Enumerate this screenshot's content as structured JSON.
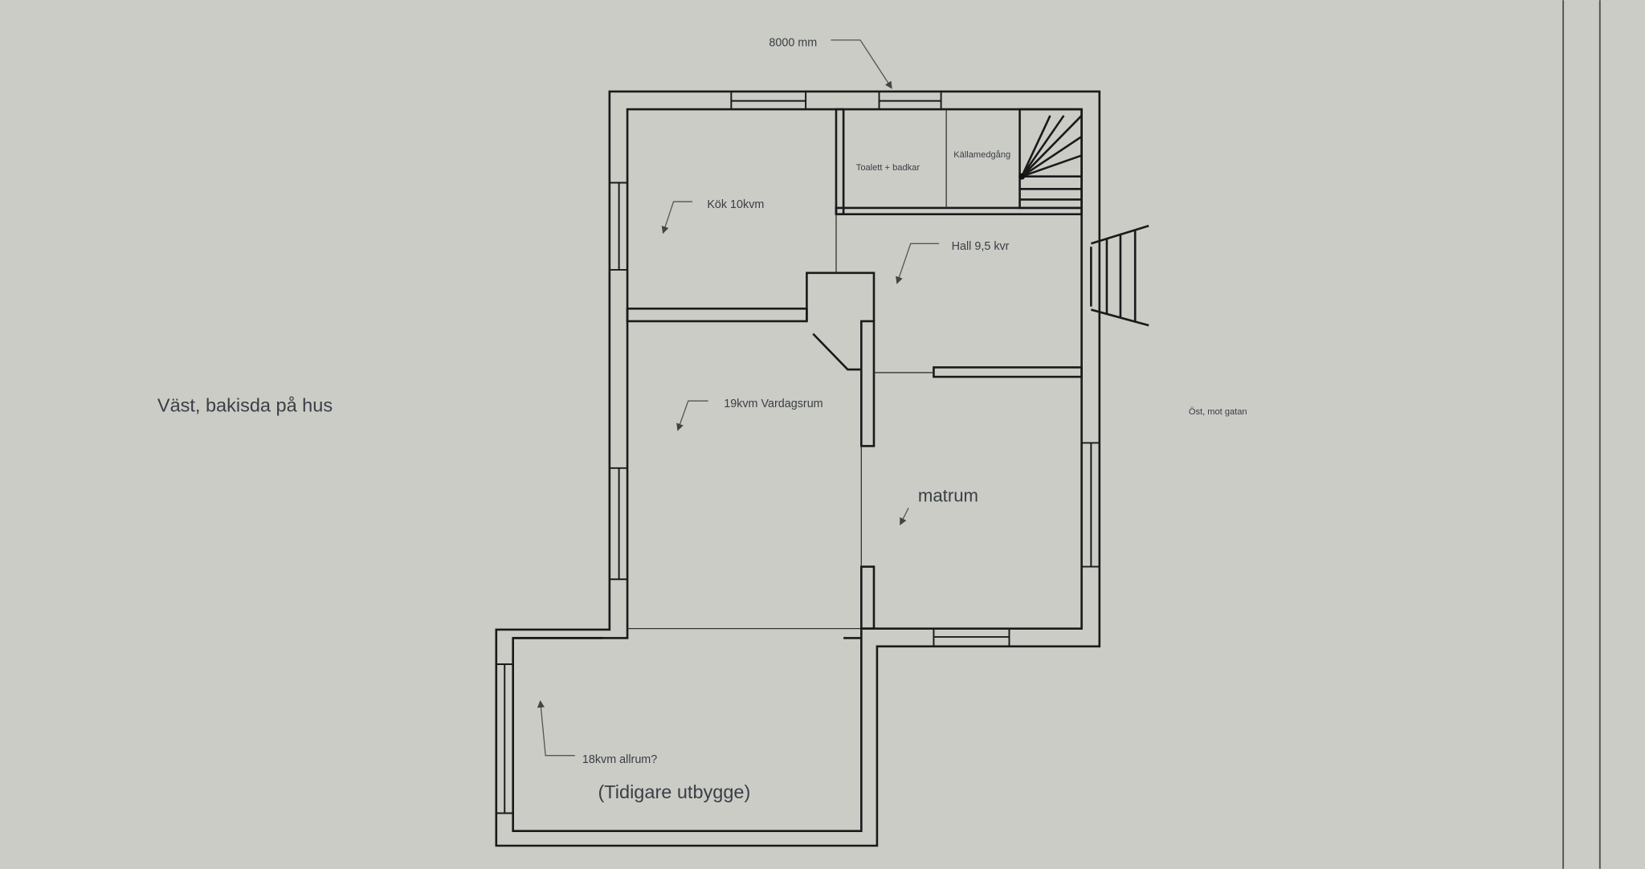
{
  "dimension": {
    "label": "8000 mm"
  },
  "orientation": {
    "west": "Väst, bakisda på hus",
    "east": "Öst, mot gatan"
  },
  "rooms": {
    "kitchen": "Kök 10kvm",
    "bathroom": "Toalett + badkar",
    "basement_entry": "Källamedgång",
    "hall": "Hall 9,5 kvr",
    "living": "19kvm Vardagsrum",
    "dining": "matrum",
    "annex": "18kvm allrum?",
    "annex_note": "(Tidigare utbygge)"
  },
  "colors": {
    "background": "#cbccc6",
    "floor": "#c7d6e1",
    "wall": "#1a1a1a"
  }
}
